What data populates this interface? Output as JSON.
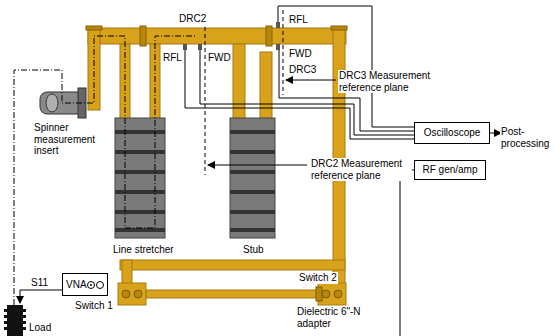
{
  "diagram": {
    "nodes": [
      {
        "text": [
          "Oscilloscope"
        ]
      },
      {
        "text": [
          "RF gen/amp"
        ]
      },
      {
        "text": [
          "VNA"
        ]
      }
    ],
    "labels": [
      "DRC2",
      "RFL",
      "FWD",
      "DRC3",
      "RFL",
      "FWD",
      "DRC3 Measurement reference plane",
      "DRC2 Measurement reference plane",
      "Spinner measurement insert",
      "Line stretcher",
      "Stub",
      "Post-processing",
      "S11",
      "Switch 1",
      "Switch 2",
      "Dielectric 6\"-N adapter",
      "Load"
    ]
  }
}
